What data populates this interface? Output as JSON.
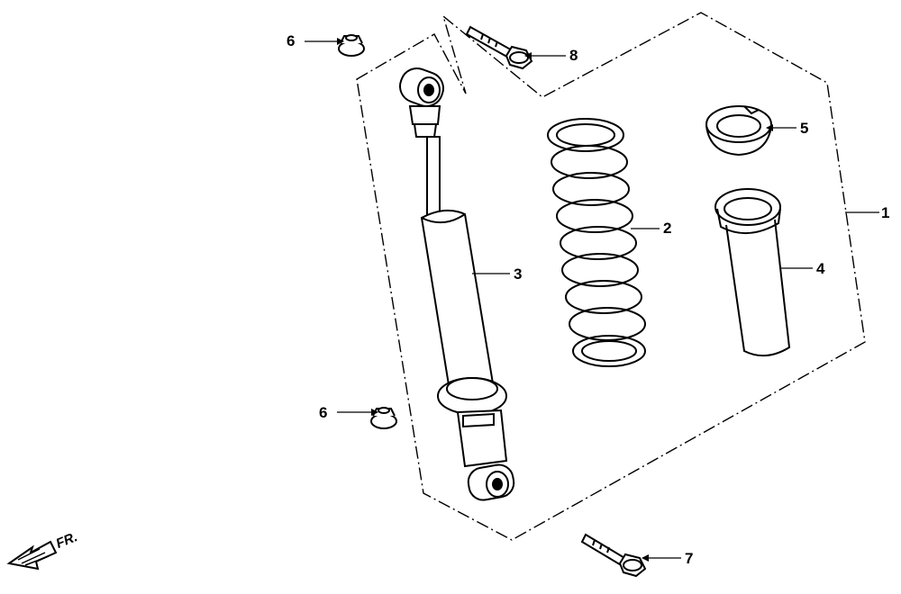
{
  "diagram": {
    "callouts": [
      {
        "id": "1",
        "label": "1"
      },
      {
        "id": "2",
        "label": "2"
      },
      {
        "id": "3",
        "label": "3"
      },
      {
        "id": "4",
        "label": "4"
      },
      {
        "id": "5",
        "label": "5"
      },
      {
        "id": "6a",
        "label": "6"
      },
      {
        "id": "6b",
        "label": "6"
      },
      {
        "id": "7",
        "label": "7"
      },
      {
        "id": "8",
        "label": "8"
      }
    ],
    "direction_label": "FR."
  }
}
